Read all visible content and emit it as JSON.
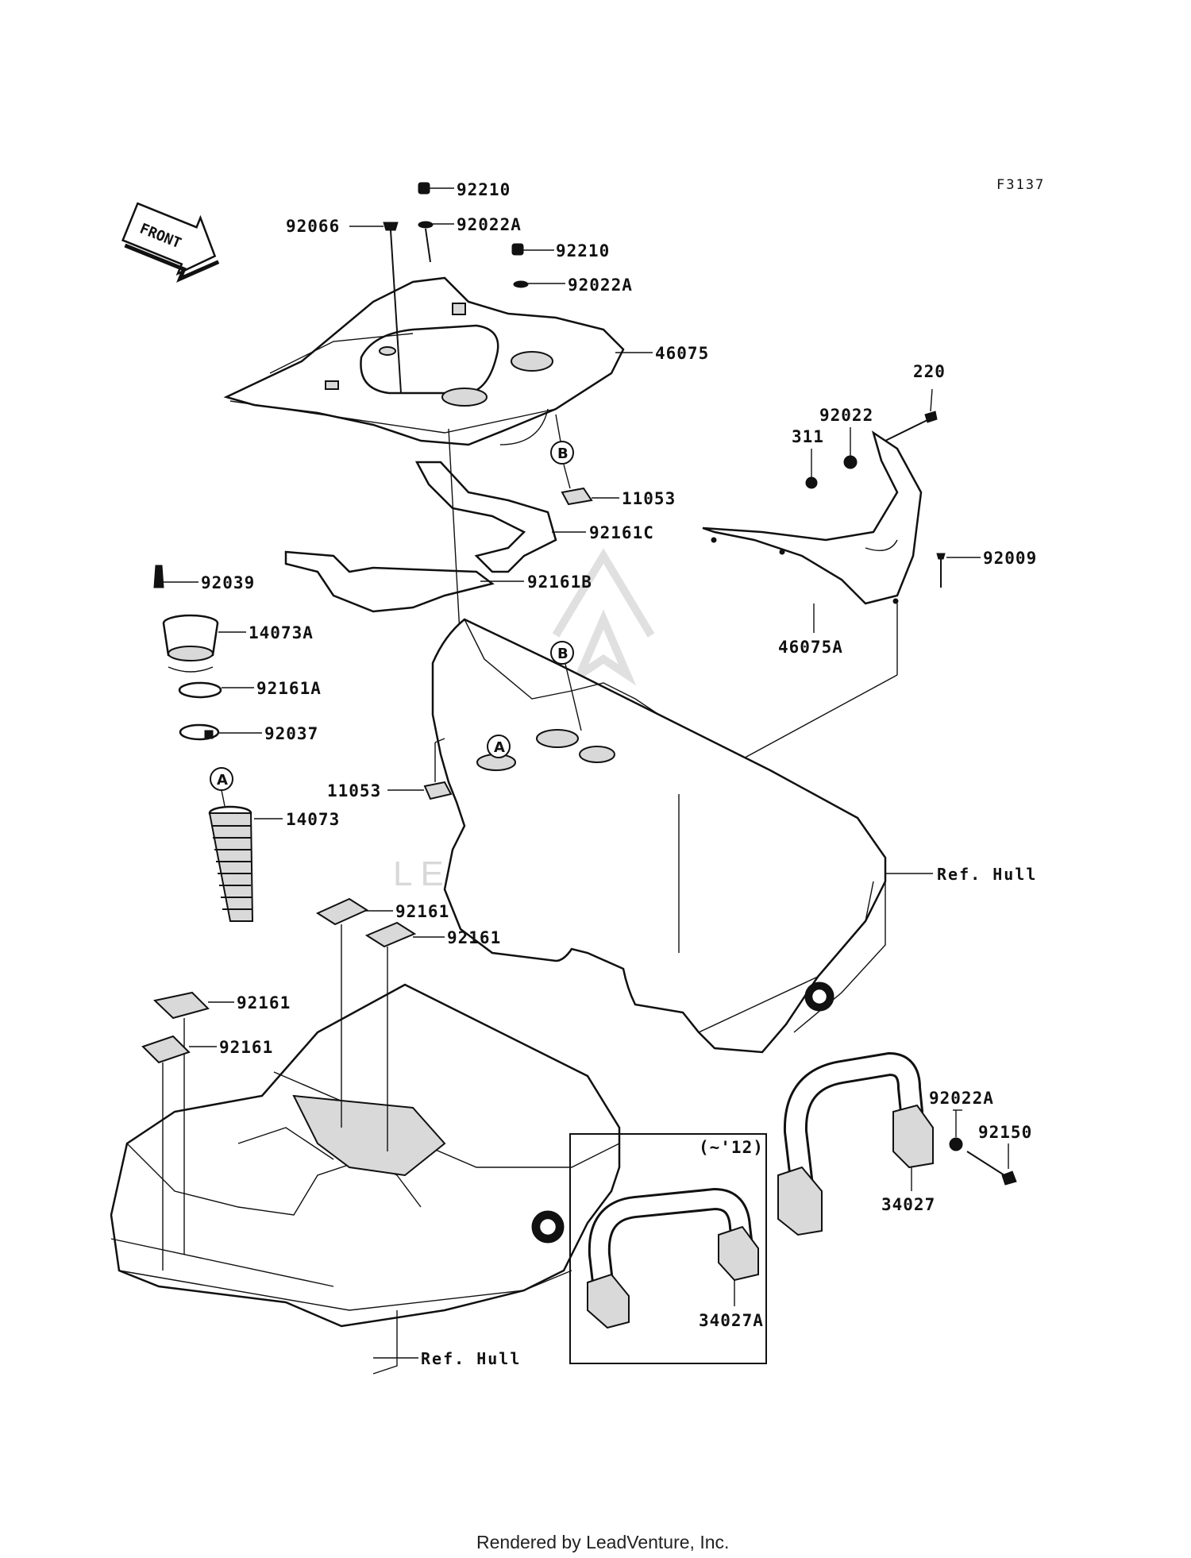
{
  "figure_code": "F3137",
  "watermark": "LEADVENTURE",
  "front_label": "FRONT",
  "footer": "Rendered by LeadVenture, Inc.",
  "inset_label": "(~'12)",
  "ref_markers": {
    "a": "A",
    "b": "B"
  },
  "part_labels": {
    "p92210_top": "92210",
    "p92066": "92066",
    "p92022A_top": "92022A",
    "p92210_mid": "92210",
    "p92022A_mid": "92022A",
    "p46075": "46075",
    "p11053_right": "11053",
    "p92161C": "92161C",
    "p92161B": "92161B",
    "p220": "220",
    "p92022": "92022",
    "p311": "311",
    "p92009": "92009",
    "p46075A": "46075A",
    "p92039": "92039",
    "p14073A": "14073A",
    "p92161A": "92161A",
    "p92037": "92037",
    "p11053_left": "11053",
    "p14073": "14073",
    "p92161_1": "92161",
    "p92161_2": "92161",
    "p92161_3": "92161",
    "p92161_4": "92161",
    "ref_hull_1": "Ref. Hull",
    "ref_hull_2": "Ref. Hull",
    "p92022A_bot": "92022A",
    "p92150": "92150",
    "p34027": "34027",
    "p34027A": "34027A"
  }
}
